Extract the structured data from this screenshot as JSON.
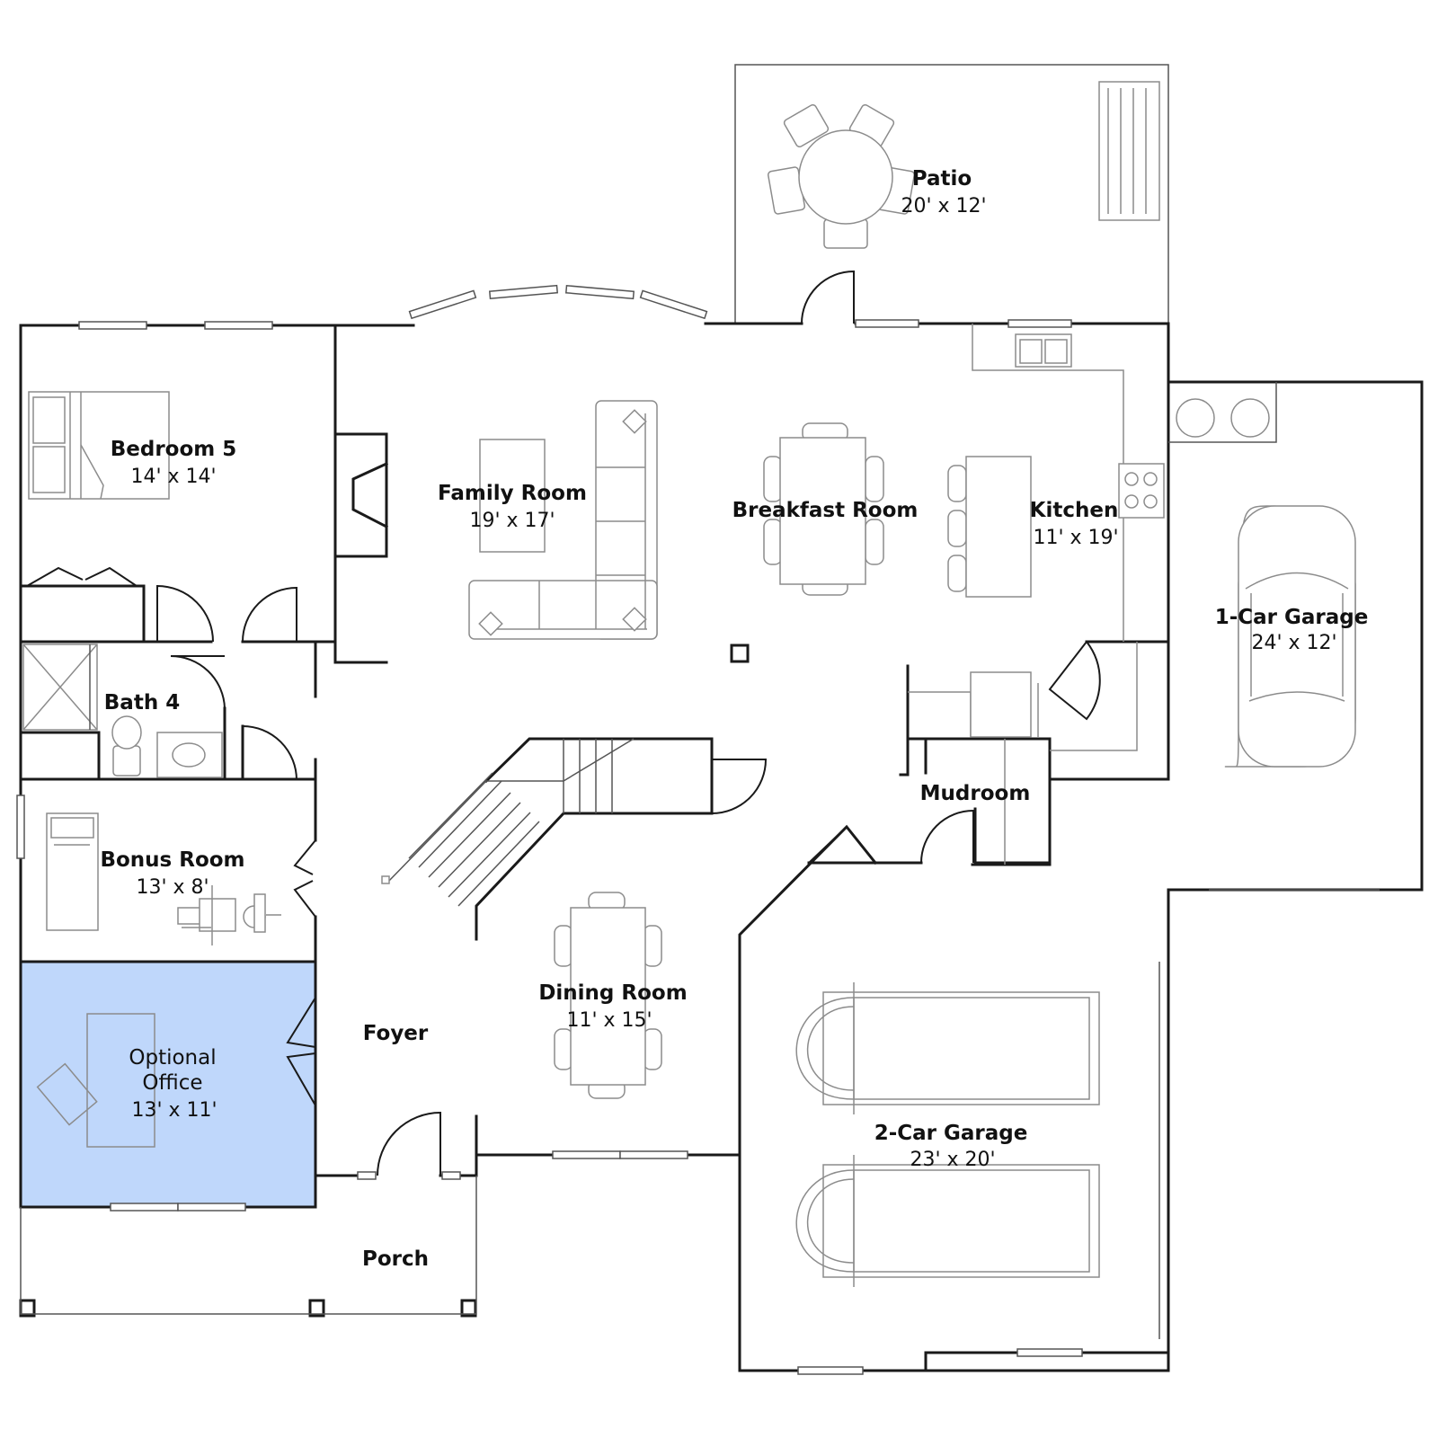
{
  "colors": {
    "wall": "#1a1a1a",
    "furniture": "#8c8c8c",
    "highlight_fill": "#bfd7fb",
    "highlight_stroke": "#1a1a1a",
    "background": "#ffffff"
  },
  "highlighted_room": "Optional Office",
  "rooms": {
    "patio": {
      "name": "Patio",
      "dims": "20' x 12'"
    },
    "bedroom5": {
      "name": "Bedroom 5",
      "dims": "14' x 14'"
    },
    "family_room": {
      "name": "Family Room",
      "dims": "19' x 17'"
    },
    "breakfast_room": {
      "name": "Breakfast Room"
    },
    "kitchen": {
      "name": "Kitchen",
      "dims": "11' x 19'"
    },
    "one_car_garage": {
      "name": "1-Car Garage",
      "dims": "24' x 12'"
    },
    "bath4": {
      "name": "Bath 4"
    },
    "mudroom": {
      "name": "Mudroom"
    },
    "bonus_room": {
      "name": "Bonus Room",
      "dims": "13' x 8'"
    },
    "dining_room": {
      "name": "Dining Room",
      "dims": "11' x 15'"
    },
    "foyer": {
      "name": "Foyer"
    },
    "optional_office": {
      "name_line1": "Optional",
      "name_line2": "Office",
      "dims": "13' x 11'"
    },
    "two_car_garage": {
      "name": "2-Car Garage",
      "dims": "23' x 20'"
    },
    "porch": {
      "name": "Porch"
    }
  }
}
